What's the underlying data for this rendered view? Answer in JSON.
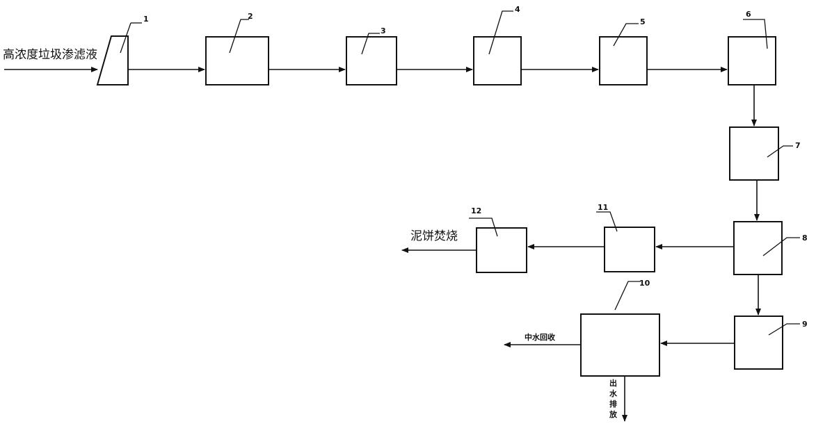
{
  "inlet": {
    "text": "高浓度垃圾渗滤液"
  },
  "units": [
    {
      "id": "1",
      "number": "1"
    },
    {
      "id": "2",
      "number": "2"
    },
    {
      "id": "3",
      "number": "3"
    },
    {
      "id": "4",
      "number": "4"
    },
    {
      "id": "5",
      "number": "5"
    },
    {
      "id": "6",
      "number": "6"
    },
    {
      "id": "7",
      "number": "7"
    },
    {
      "id": "8",
      "number": "8"
    },
    {
      "id": "9",
      "number": "9"
    },
    {
      "id": "10",
      "number": "10"
    },
    {
      "id": "11",
      "number": "11"
    },
    {
      "id": "12",
      "number": "12"
    }
  ],
  "outputs": {
    "sludge": "泥饼焚烧",
    "reuse": "中水回收",
    "discharge": [
      "出",
      "水",
      "排",
      "放"
    ]
  }
}
